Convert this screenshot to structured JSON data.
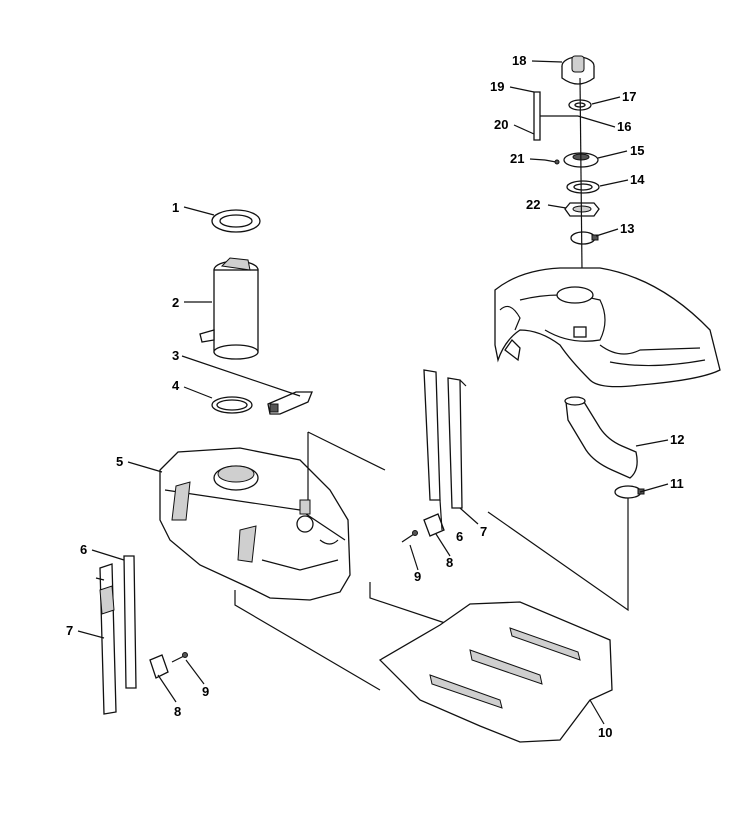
{
  "callouts": {
    "c1": "1",
    "c2": "2",
    "c3": "3",
    "c4": "4",
    "c5": "5",
    "c6a": "6",
    "c6b": "6",
    "c7a": "7",
    "c7b": "7",
    "c8a": "8",
    "c8b": "8",
    "c9a": "9",
    "c9b": "9",
    "c10": "10",
    "c11": "11",
    "c12": "12",
    "c13": "13",
    "c14": "14",
    "c15": "15",
    "c16": "16",
    "c17": "17",
    "c18": "18",
    "c19": "19",
    "c20": "20",
    "c21": "21",
    "c22": "22"
  }
}
